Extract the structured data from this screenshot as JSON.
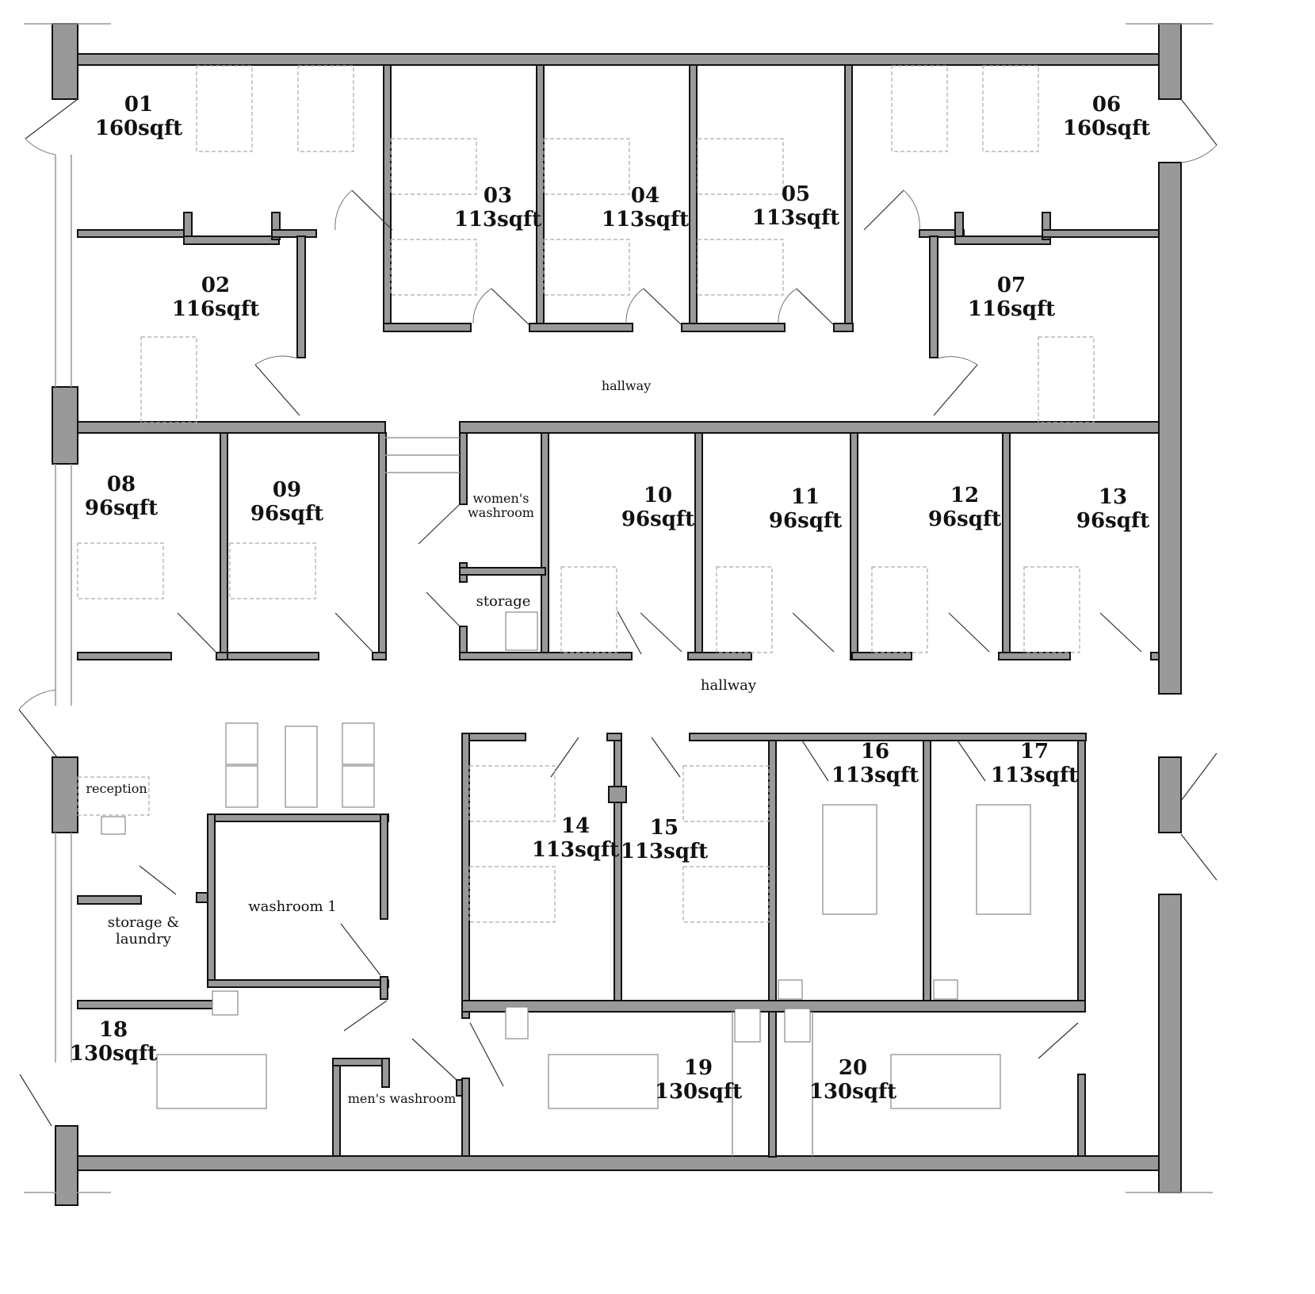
{
  "plan": {
    "wall_color": "#999999",
    "outline_color": "#111111",
    "rooms": [
      {
        "id": "01",
        "area": "160sqft"
      },
      {
        "id": "02",
        "area": "116sqft"
      },
      {
        "id": "03",
        "area": "113sqft"
      },
      {
        "id": "04",
        "area": "113sqft"
      },
      {
        "id": "05",
        "area": "113sqft"
      },
      {
        "id": "06",
        "area": "160sqft"
      },
      {
        "id": "07",
        "area": "116sqft"
      },
      {
        "id": "08",
        "area": "96sqft"
      },
      {
        "id": "09",
        "area": "96sqft"
      },
      {
        "id": "10",
        "area": "96sqft"
      },
      {
        "id": "11",
        "area": "96sqft"
      },
      {
        "id": "12",
        "area": "96sqft"
      },
      {
        "id": "13",
        "area": "96sqft"
      },
      {
        "id": "14",
        "area": "113sqft"
      },
      {
        "id": "15",
        "area": "113sqft"
      },
      {
        "id": "16",
        "area": "113sqft"
      },
      {
        "id": "17",
        "area": "113sqft"
      },
      {
        "id": "18",
        "area": "130sqft"
      },
      {
        "id": "19",
        "area": "130sqft"
      },
      {
        "id": "20",
        "area": "130sqft"
      }
    ],
    "spaces": {
      "hallway_upper": "hallway",
      "hallway_main": "hallway",
      "womens_washroom": "women's washroom",
      "storage": "storage",
      "reception": "reception",
      "washroom_1": "washroom 1",
      "storage_laundry": "storage & laundry",
      "mens_washroom": "men's washroom"
    }
  }
}
